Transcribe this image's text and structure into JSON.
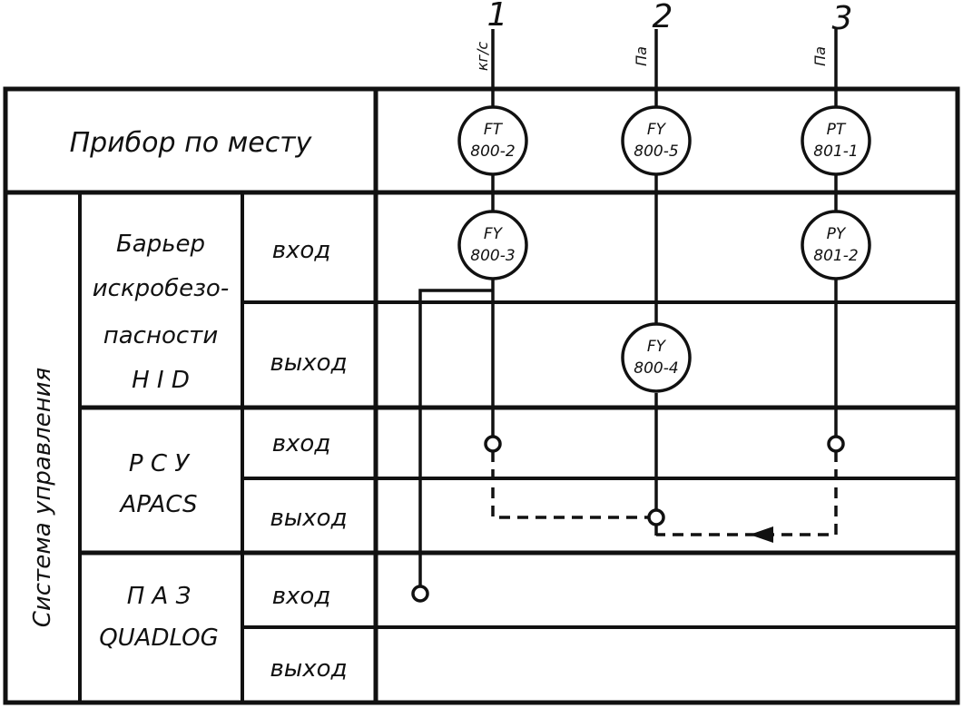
{
  "header": {
    "field_device_label": "Прибор по месту"
  },
  "columns": [
    {
      "number": "1",
      "unit": "кг/с"
    },
    {
      "number": "2",
      "unit": "Па"
    },
    {
      "number": "3",
      "unit": "Па"
    }
  ],
  "control_system_label": "Система управления",
  "barrier": {
    "lines": [
      "Барьер",
      "искробезо-",
      "пасности",
      "H I D"
    ],
    "input_label": "вход",
    "output_label": "выход"
  },
  "dcs": {
    "lines": [
      "Р С У",
      "APACS"
    ],
    "input_label": "вход",
    "output_label": "выход"
  },
  "esd": {
    "lines": [
      "П А З",
      "QUADLOG"
    ],
    "input_label": "вход",
    "output_label": "выход"
  },
  "instruments": {
    "ft_800_2": {
      "function": "FT",
      "number": "800-2"
    },
    "fy_800_5": {
      "function": "FY",
      "number": "800-5"
    },
    "pt_801_1": {
      "function": "PT",
      "number": "801-1"
    },
    "fy_800_3": {
      "function": "FY",
      "number": "800-3"
    },
    "py_801_2": {
      "function": "PY",
      "number": "801-2"
    },
    "fy_800_4": {
      "function": "FY",
      "number": "800-4"
    }
  }
}
